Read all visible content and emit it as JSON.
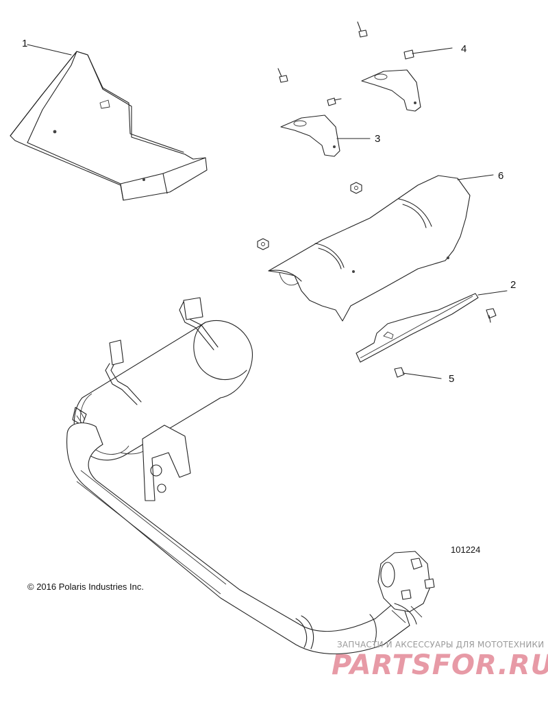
{
  "callouts": [
    {
      "id": "1",
      "text": "1"
    },
    {
      "id": "2",
      "text": "2"
    },
    {
      "id": "3",
      "text": "3"
    },
    {
      "id": "4",
      "text": "4"
    },
    {
      "id": "5",
      "text": "5"
    },
    {
      "id": "6",
      "text": "6"
    }
  ],
  "figure_number": "101224",
  "copyright": "© 2016 Polaris Industries Inc.",
  "watermark": {
    "tagline": "ЗАПЧАСТИ И АКСЕССУАРЫ ДЛЯ МОТОТЕХНИКИ",
    "brand": "PARTSFOR.RU",
    "color": "#e79aa6"
  }
}
